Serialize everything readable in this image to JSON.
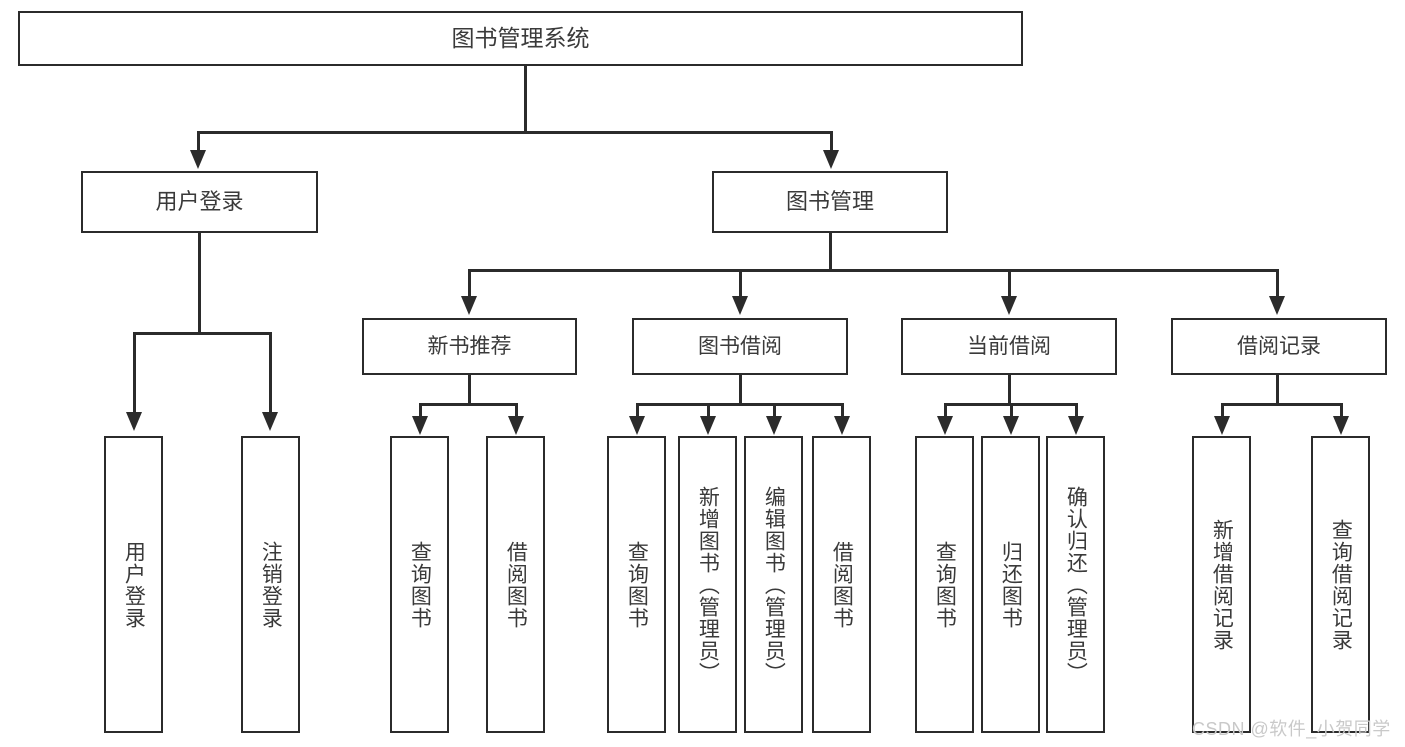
{
  "diagram": {
    "type": "tree-hierarchy-chart",
    "title": "图书管理系统",
    "background_color": "#ffffff",
    "box_border_color": "#2b2b2b",
    "text_color": "#3a3a3a",
    "connector_color": "#2b2b2b"
  },
  "nodes": {
    "root": {
      "label": "图书管理系统"
    },
    "level2": [
      {
        "label": "用户登录"
      },
      {
        "label": "图书管理"
      }
    ],
    "level3": [
      {
        "label": "新书推荐"
      },
      {
        "label": "图书借阅"
      },
      {
        "label": "当前借阅"
      },
      {
        "label": "借阅记录"
      }
    ],
    "leaves": {
      "user_login": [
        {
          "label": "用户登录"
        },
        {
          "label": "注销登录"
        }
      ],
      "new_book_recommend": [
        {
          "label": "查询图书"
        },
        {
          "label": "借阅图书"
        }
      ],
      "book_borrow": [
        {
          "label": "查询图书"
        },
        {
          "label": "新增图书（管理员）"
        },
        {
          "label": "编辑图书（管理员）"
        },
        {
          "label": "借阅图书"
        }
      ],
      "current_borrow": [
        {
          "label": "查询图书"
        },
        {
          "label": "归还图书"
        },
        {
          "label": "确认归还（管理员）"
        }
      ],
      "borrow_record": [
        {
          "label": "新增借阅记录"
        },
        {
          "label": "查询借阅记录"
        }
      ]
    }
  },
  "watermark": {
    "text": "CSDN @软件_小贺同学",
    "color": "#c9c9c9"
  }
}
